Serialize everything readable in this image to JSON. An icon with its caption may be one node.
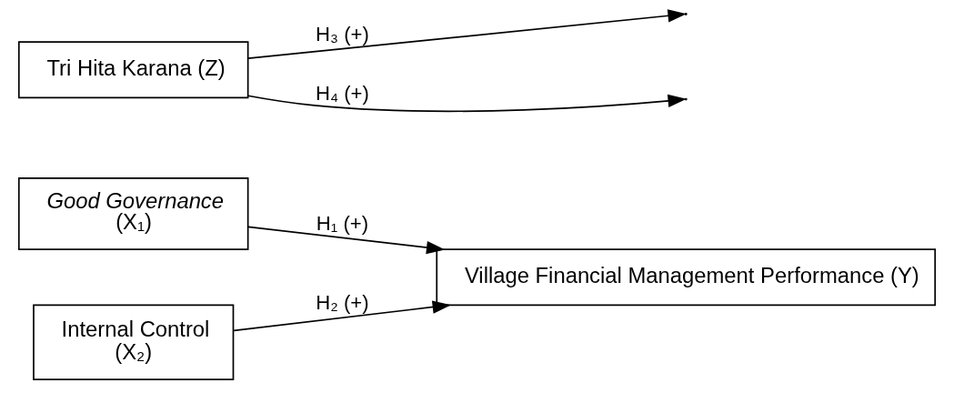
{
  "diagram": {
    "nodes": [
      {
        "text": [
          "Good Governance",
          "(X₁)"
        ]
      },
      {
        "text": [
          "Internal Control",
          "(X₂)"
        ]
      },
      {
        "text": [
          "Village Financial Management Performance (Y)"
        ]
      },
      {
        "text": [
          "Tri Hita Karana (Z)"
        ]
      }
    ],
    "edges": [
      {
        "from": 0,
        "to": 2,
        "arrow": "to",
        "label": "H₁ (+)"
      },
      {
        "from": 1,
        "to": 2,
        "arrow": "to",
        "label": "H₂ (+)"
      },
      {
        "from": 3,
        "to": null,
        "arrow": "to",
        "label": "H₃ (+)"
      },
      {
        "from": 3,
        "to": null,
        "arrow": "to",
        "label": "H₄ (+)"
      }
    ]
  }
}
